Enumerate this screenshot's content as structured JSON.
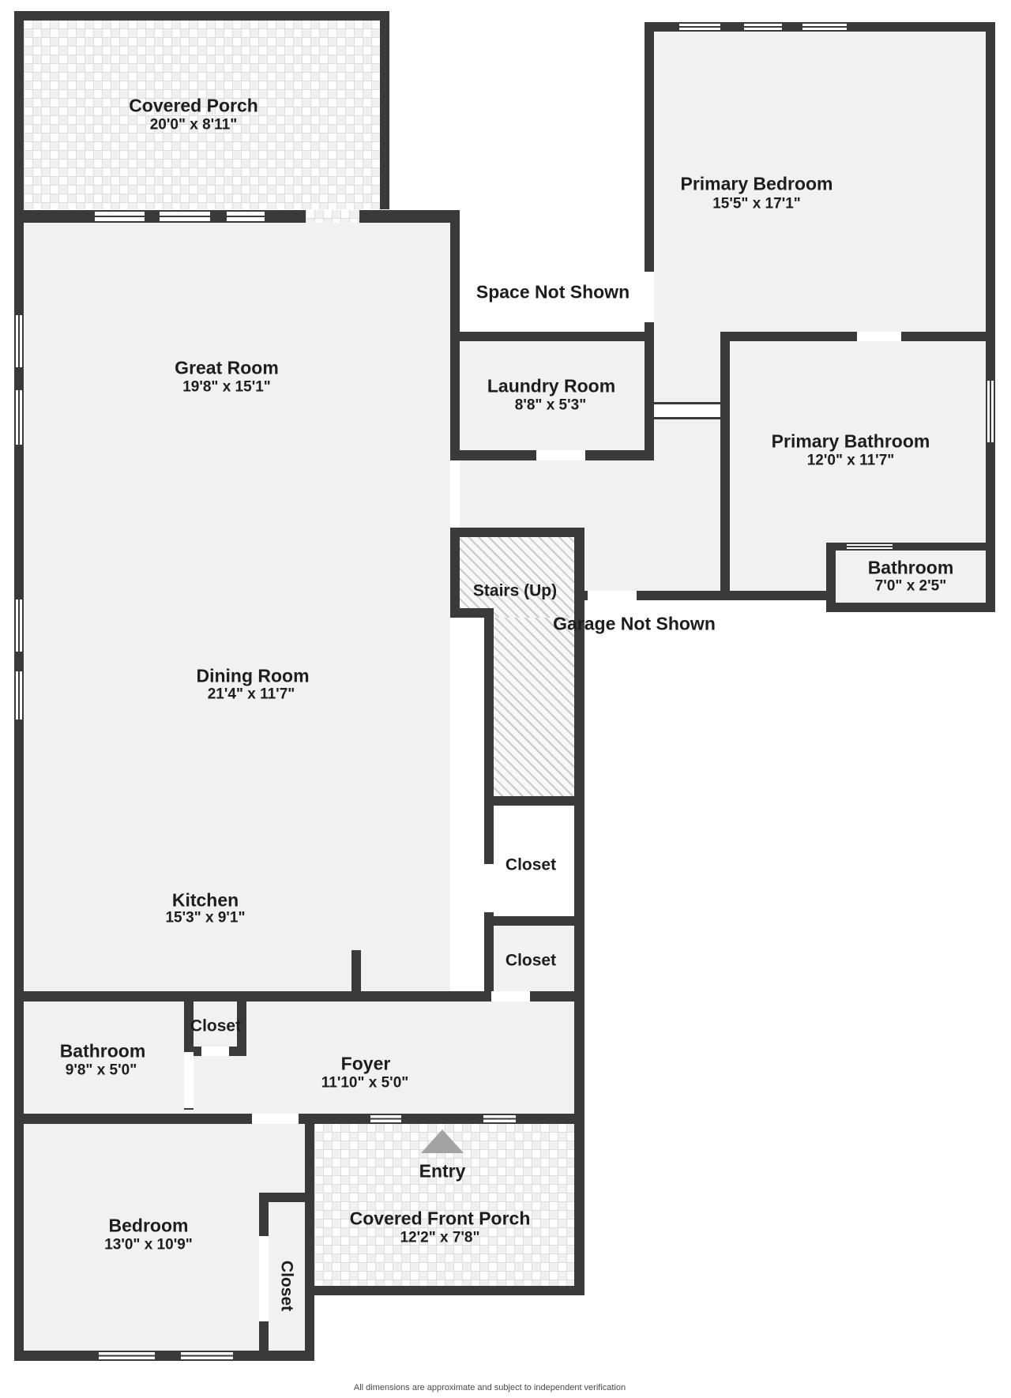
{
  "rooms": [
    {
      "id": "covered-porch",
      "name": "Covered Porch",
      "dims": "20'0\" x 8'11\""
    },
    {
      "id": "primary-bedroom",
      "name": "Primary Bedroom",
      "dims": "15'5\" x 17'1\""
    },
    {
      "id": "space-not-shown",
      "name": "Space Not Shown",
      "dims": ""
    },
    {
      "id": "great-room",
      "name": "Great Room",
      "dims": "19'8\" x 15'1\""
    },
    {
      "id": "laundry-room",
      "name": "Laundry Room",
      "dims": "8'8\" x 5'3\""
    },
    {
      "id": "primary-bathroom",
      "name": "Primary Bathroom",
      "dims": "12'0\" x 11'7\""
    },
    {
      "id": "bathroom-small",
      "name": "Bathroom",
      "dims": "7'0\" x 2'5\""
    },
    {
      "id": "stairs",
      "name": "Stairs (Up)",
      "dims": ""
    },
    {
      "id": "garage-not-shown",
      "name": "Garage Not Shown",
      "dims": ""
    },
    {
      "id": "dining-room",
      "name": "Dining Room",
      "dims": "21'4\" x 11'7\""
    },
    {
      "id": "closet-under-stairs-upper",
      "name": "Closet",
      "dims": ""
    },
    {
      "id": "closet-under-stairs-lower",
      "name": "Closet",
      "dims": ""
    },
    {
      "id": "kitchen",
      "name": "Kitchen",
      "dims": "15'3\" x 9'1\""
    },
    {
      "id": "bathroom",
      "name": "Bathroom",
      "dims": "9'8\" x 5'0\""
    },
    {
      "id": "closet-hall",
      "name": "Closet",
      "dims": ""
    },
    {
      "id": "foyer",
      "name": "Foyer",
      "dims": "11'10\" x 5'0\""
    },
    {
      "id": "entry",
      "name": "Entry",
      "dims": ""
    },
    {
      "id": "covered-front-porch",
      "name": "Covered Front Porch",
      "dims": "12'2\" x 7'8\""
    },
    {
      "id": "bedroom",
      "name": "Bedroom",
      "dims": "13'0\" x 10'9\""
    },
    {
      "id": "closet-bedroom",
      "name": "Closet",
      "dims": ""
    }
  ],
  "footer": "All dimensions are approximate and subject to independent verification",
  "colors": {
    "wall": "#3a3a3a",
    "floor": "#f1f1f1",
    "text": "#1d1d1d",
    "entry_arrow": "#a3a3a3"
  }
}
